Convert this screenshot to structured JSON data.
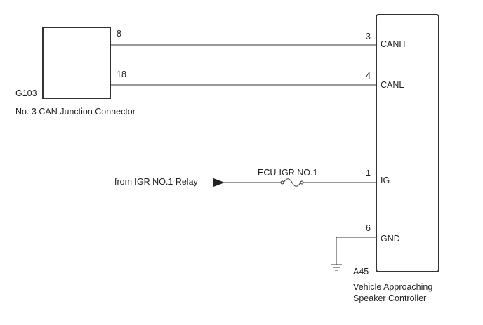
{
  "junction_connector": {
    "code": "G103",
    "name": "No. 3 CAN Junction Connector",
    "pin_canh": "8",
    "pin_canl": "18"
  },
  "controller": {
    "code": "A45",
    "name_line1": "Vehicle Approaching",
    "name_line2": "Speaker Controller",
    "pins": [
      {
        "number": "3",
        "signal": "CANH"
      },
      {
        "number": "4",
        "signal": "CANL"
      },
      {
        "number": "1",
        "signal": "IG"
      },
      {
        "number": "6",
        "signal": "GND"
      }
    ]
  },
  "power_source": {
    "label": "from IGR NO.1 Relay",
    "fuse": "ECU-IGR NO.1"
  },
  "colors": {
    "line": "#333333",
    "text": "#222222",
    "background": "#ffffff"
  }
}
